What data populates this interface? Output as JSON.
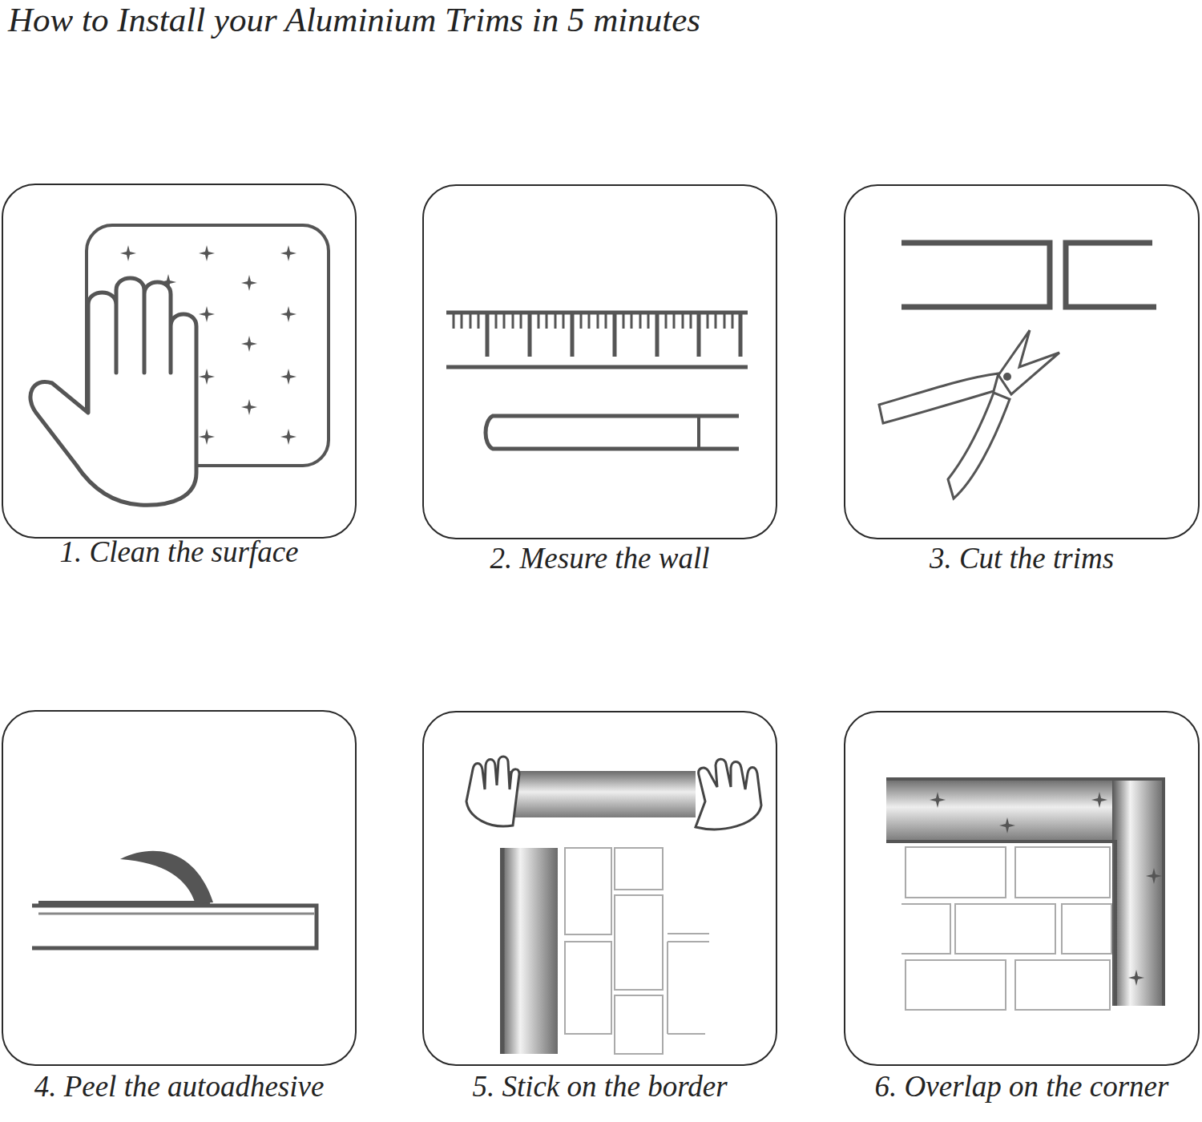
{
  "diagram": {
    "title": "How to Install your Aluminium Trims in 5 minutes",
    "nodes": [
      {
        "text": [
          "1. Clean the surface"
        ]
      },
      {
        "text": [
          "2. Mesure the wall"
        ]
      },
      {
        "text": [
          "3. Cut the trims"
        ]
      },
      {
        "text": [
          "4. Peel the autoadhesive"
        ]
      },
      {
        "text": [
          "5. Stick on the border"
        ]
      },
      {
        "text": [
          "6. Overlap on the corner"
        ]
      }
    ]
  }
}
